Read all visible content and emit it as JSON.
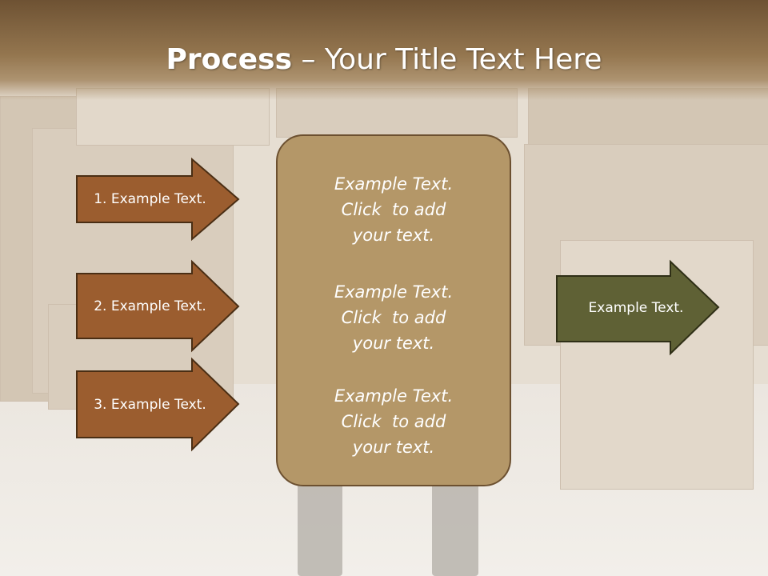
{
  "title": {
    "bold": "Process",
    "rest": " – Your Title Text Here"
  },
  "left_arrows": [
    {
      "label": "1. Example Text."
    },
    {
      "label": "2. Example Text."
    },
    {
      "label": "3. Example Text."
    }
  ],
  "panel": {
    "blocks": [
      {
        "line1": "Example Text.",
        "line2": "Click  to add",
        "line3": "your text."
      },
      {
        "line1": "Example Text.",
        "line2": "Click  to add",
        "line3": "your text."
      },
      {
        "line1": "Example Text.",
        "line2": "Click  to add",
        "line3": "your text."
      }
    ]
  },
  "right_arrow": {
    "label": "Example Text."
  },
  "colors": {
    "left_arrow_fill": "#9b5d2f",
    "left_arrow_stroke": "#4a2e14",
    "right_arrow_fill": "#5f6135",
    "right_arrow_stroke": "#2f2f16",
    "panel_fill": "#b49768",
    "title_band": "#7a5c3b"
  }
}
